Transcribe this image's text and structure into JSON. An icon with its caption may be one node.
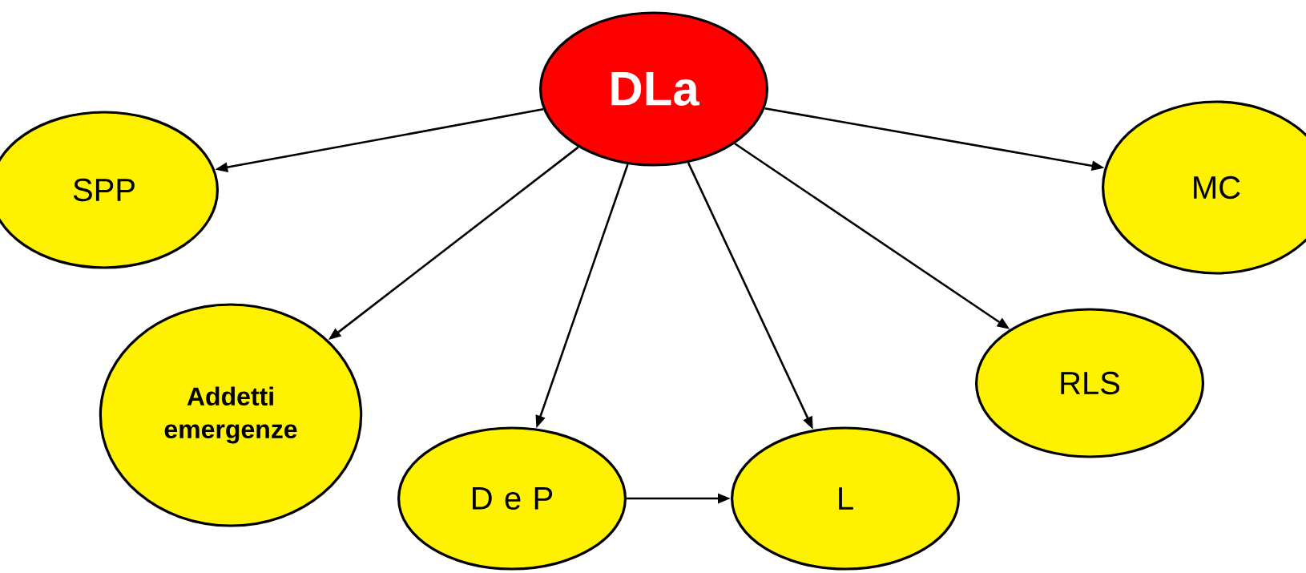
{
  "diagram": {
    "nodes": [
      {
        "text": [
          "DLa"
        ]
      },
      {
        "text": [
          "SPP"
        ]
      },
      {
        "text": [
          "Addetti emergenze"
        ]
      },
      {
        "text": [
          "D e P"
        ]
      },
      {
        "text": [
          "L"
        ]
      },
      {
        "text": [
          "RLS"
        ]
      },
      {
        "text": [
          "MC"
        ]
      }
    ],
    "edges": [
      {
        "from": 0,
        "to": 1,
        "arrow": "to"
      },
      {
        "from": 0,
        "to": 2,
        "arrow": "to"
      },
      {
        "from": 0,
        "to": 3,
        "arrow": "to"
      },
      {
        "from": 0,
        "to": 4,
        "arrow": "to"
      },
      {
        "from": 0,
        "to": 5,
        "arrow": "to"
      },
      {
        "from": 0,
        "to": 6,
        "arrow": "to"
      },
      {
        "from": 3,
        "to": 4,
        "arrow": "to"
      }
    ]
  }
}
